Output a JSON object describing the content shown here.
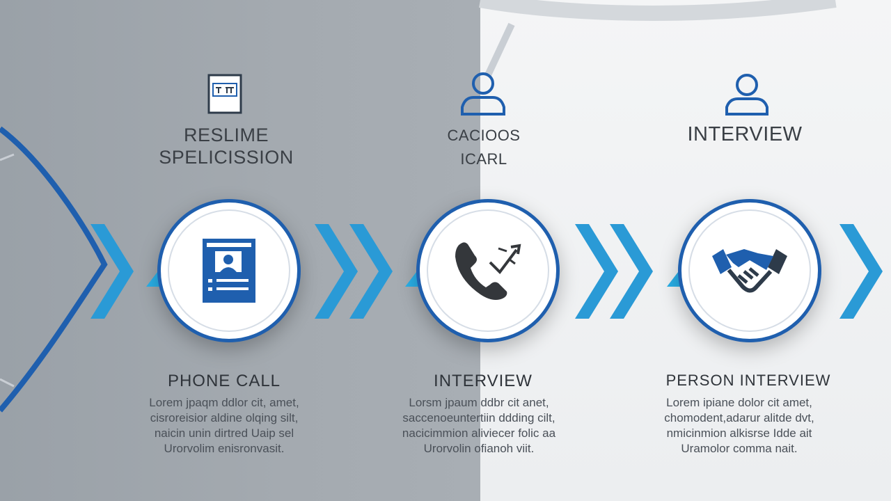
{
  "colors": {
    "accent": "#1f5fae",
    "arrow": "#2a9ad6",
    "text": "#3a3f45"
  },
  "header_titles": [
    {
      "line1": "RESLIME",
      "line2": "SPELICISSION",
      "icon": "resume-doc-icon"
    },
    {
      "line1": "CACIOOS",
      "line2": "ICARL",
      "icon": "person-icon"
    },
    {
      "line1": "INTERVIEW",
      "line2": "",
      "icon": "person-icon"
    }
  ],
  "steps": [
    {
      "label": "PHONE CALL",
      "icon": "resume-card-icon",
      "body": "Lorem jpaqm ddlor cit, amet,\ncisroreisior aldine olqing silt,\nnaicin unin dirtred  Uaip sel\nUrorvolim enisronvasit."
    },
    {
      "label": "INTERVIEW",
      "icon": "phone-icon",
      "body": "Lorsm jpaum ddbr cit anet,\nsaccenoeuntertiin ddding cilt,\nnacicimmion aliviecer folic aa\nUrorvolin ofianoh viit."
    },
    {
      "label": "PERSON INTERVIEW",
      "icon": "handshake-icon",
      "body": "Lorem ipiane dolor cit amet,\nchomodent,adarur alitde dvt,\nnmicinmion alkisrse Idde ait\nUramolor comma nait."
    }
  ]
}
